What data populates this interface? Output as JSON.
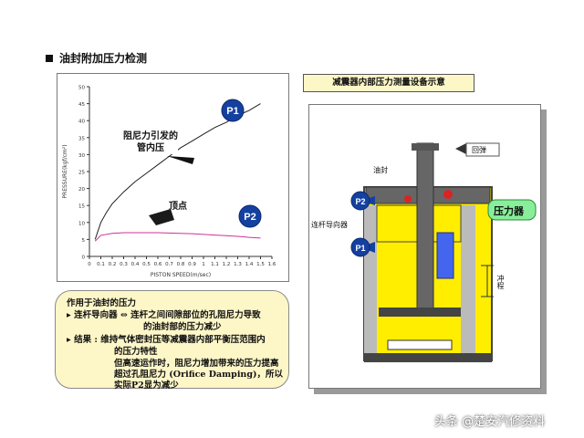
{
  "section_title": "油封附加压力检测",
  "chart": {
    "ylabel": "PRESSURE(kgf/cm²)",
    "xlabel": "PISTON SPEED(m/sec)",
    "xticks": [
      "0",
      "0.1",
      "0.2",
      "0.3",
      "0.4",
      "0.5",
      "0.6",
      "0.7",
      "0.8",
      "0.9",
      "1",
      "1.1",
      "1.2",
      "1.3",
      "1.4",
      "1.5",
      "1.6"
    ],
    "yticks": [
      "0",
      "5",
      "10",
      "15",
      "20",
      "25",
      "30",
      "35",
      "40",
      "45",
      "50"
    ],
    "callout_pipe": "阻尼力引发的\n管内压",
    "callout_peak": "顶点",
    "p1_label": "P1",
    "p2_label": "P2"
  },
  "chart_data": {
    "type": "line",
    "xlabel": "PISTON SPEED(m/sec)",
    "ylabel": "PRESSURE(kgf/cm²)",
    "xlim": [
      0,
      1.6
    ],
    "ylim": [
      0,
      50
    ],
    "series": [
      {
        "name": "P1",
        "color": "#1f1f1f",
        "x": [
          0.05,
          0.1,
          0.15,
          0.2,
          0.3,
          0.4,
          0.5,
          0.6,
          0.7,
          0.8,
          0.9,
          1.0,
          1.1,
          1.2,
          1.3,
          1.4,
          1.5
        ],
        "y": [
          5,
          10,
          13,
          15.5,
          19,
          22,
          24.5,
          27,
          29.5,
          32,
          34,
          36,
          38,
          39.5,
          41.5,
          43,
          45
        ]
      },
      {
        "name": "P2",
        "color": "#cc3399",
        "x": [
          0.05,
          0.1,
          0.2,
          0.3,
          0.4,
          0.5,
          0.6,
          0.7,
          0.8,
          0.9,
          1.0,
          1.1,
          1.2,
          1.3,
          1.4,
          1.5
        ],
        "y": [
          4.5,
          6.2,
          6.8,
          7,
          7,
          7,
          7,
          6.9,
          6.8,
          6.7,
          6.5,
          6.3,
          6.1,
          5.9,
          5.6,
          5.4
        ]
      }
    ]
  },
  "note": {
    "heading": "作用于油封的压力",
    "line1": "▸ 连杆导向器 ⇔ 连杆之间间隙部位的孔阻尼力导致",
    "line2": "的油封部的压力减少",
    "line3": "▸ 结果 : 维持气体密封压等减震器内部平衡压范围内",
    "line4": "的压力特性",
    "line5": "但高速运作时，阻尼力增加带来的压力提高",
    "line6": "超过孔阻尼力 (Orifice Damping)，所以",
    "line7": "实际P2显为减少"
  },
  "diagram": {
    "title": "减震器内部压力测量设备示意",
    "rebound": "回弹",
    "oil_seal": "油封",
    "p2": "P2",
    "rod_guide": "连杆导向器",
    "p1": "P1",
    "pressure_gauge": "压力器",
    "stroke": "冲程"
  },
  "watermark": "头条 @楚安汽修资料",
  "colors": {
    "note_bg": "#fdf7c8",
    "yellow": "#ffee00",
    "dark_gray": "#555555",
    "badge_blue": "#1440a0",
    "gauge_green": "#88ee99",
    "p2_curve": "#cc3399"
  }
}
